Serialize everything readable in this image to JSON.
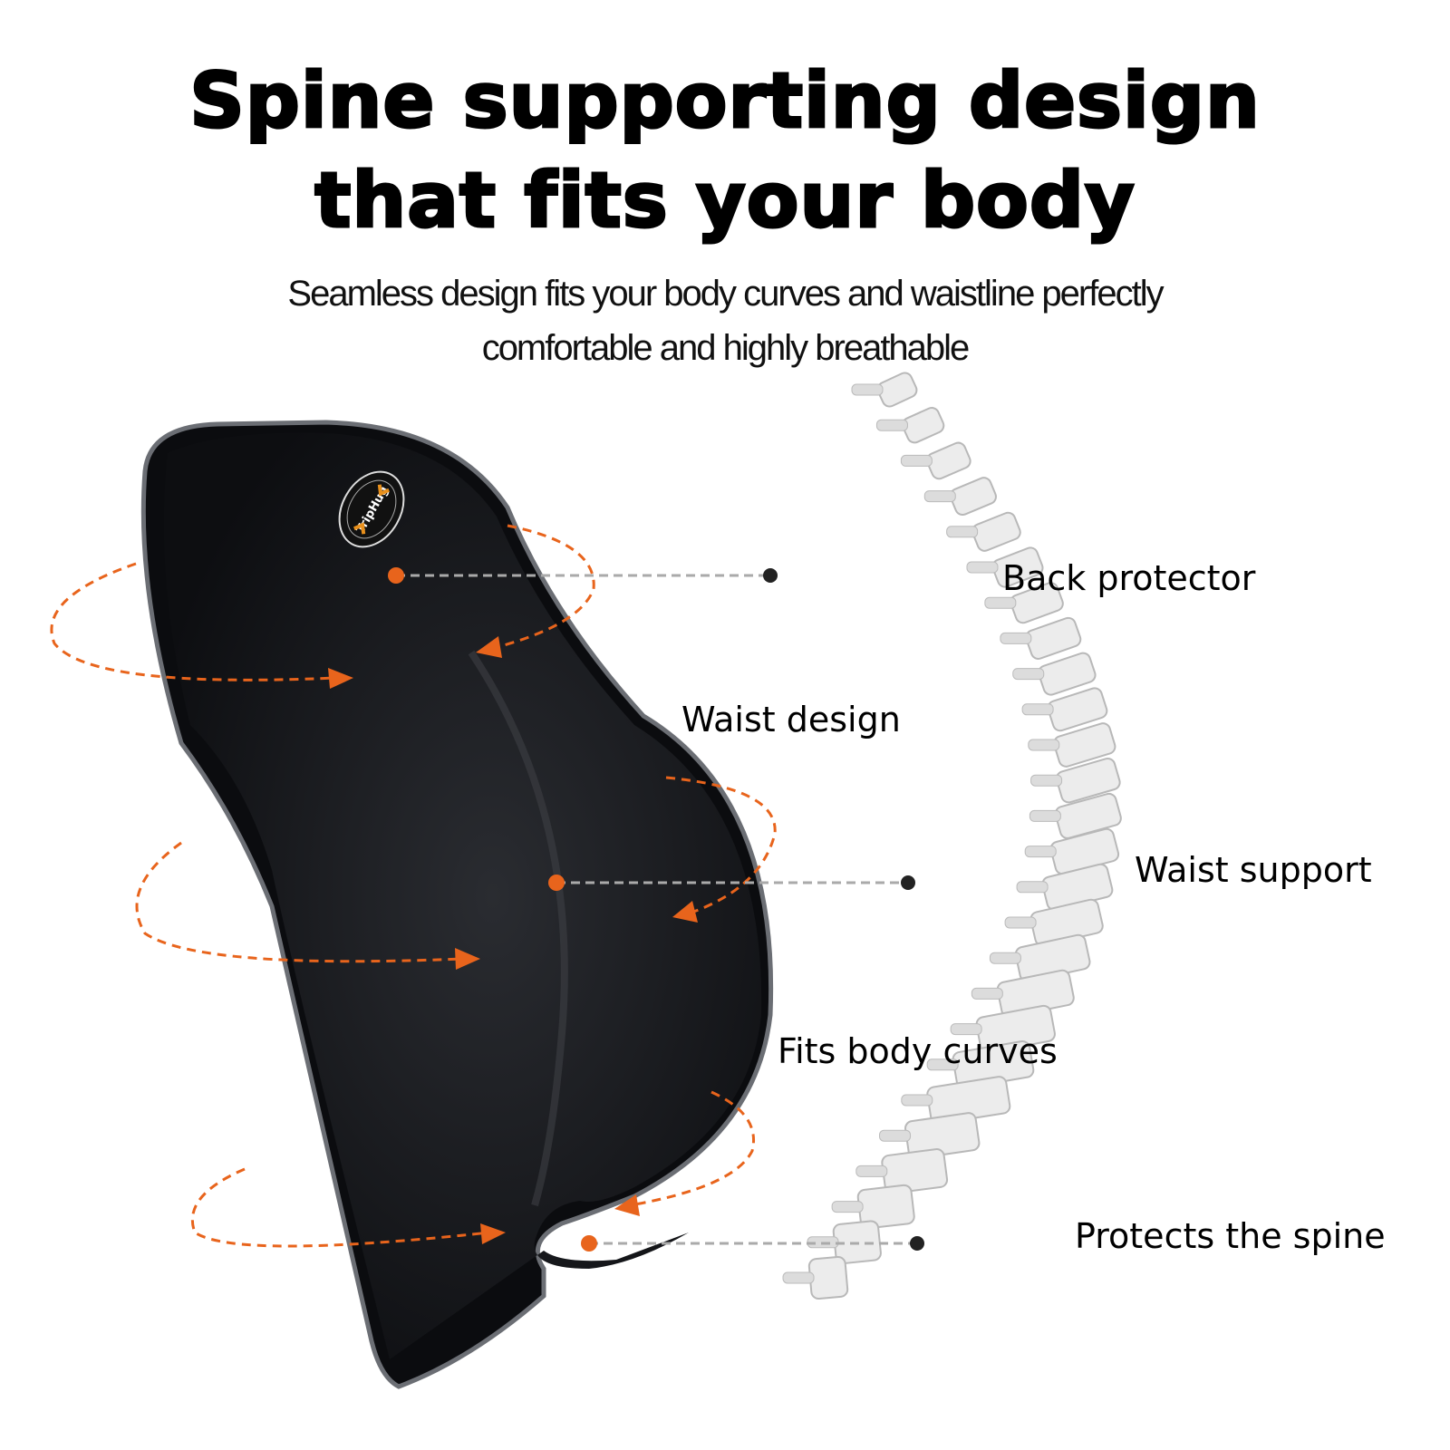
{
  "headline": {
    "line1": "Spine supporting design",
    "line2": "that fits your body"
  },
  "subtitle": {
    "line1": "Seamless design fits your body curves and waistline perfectly",
    "line2": "comfortable and highly breathable"
  },
  "logo_text": "TripHug",
  "labels": {
    "back_protector": "Back protector",
    "waist_design": "Waist design",
    "waist_support": "Waist support",
    "fits_body_curves": "Fits body curves",
    "protects_spine": "Protects the spine"
  },
  "colors": {
    "accent": "#e8641c",
    "cushion": "#111216",
    "piping": "#6b6e74"
  }
}
